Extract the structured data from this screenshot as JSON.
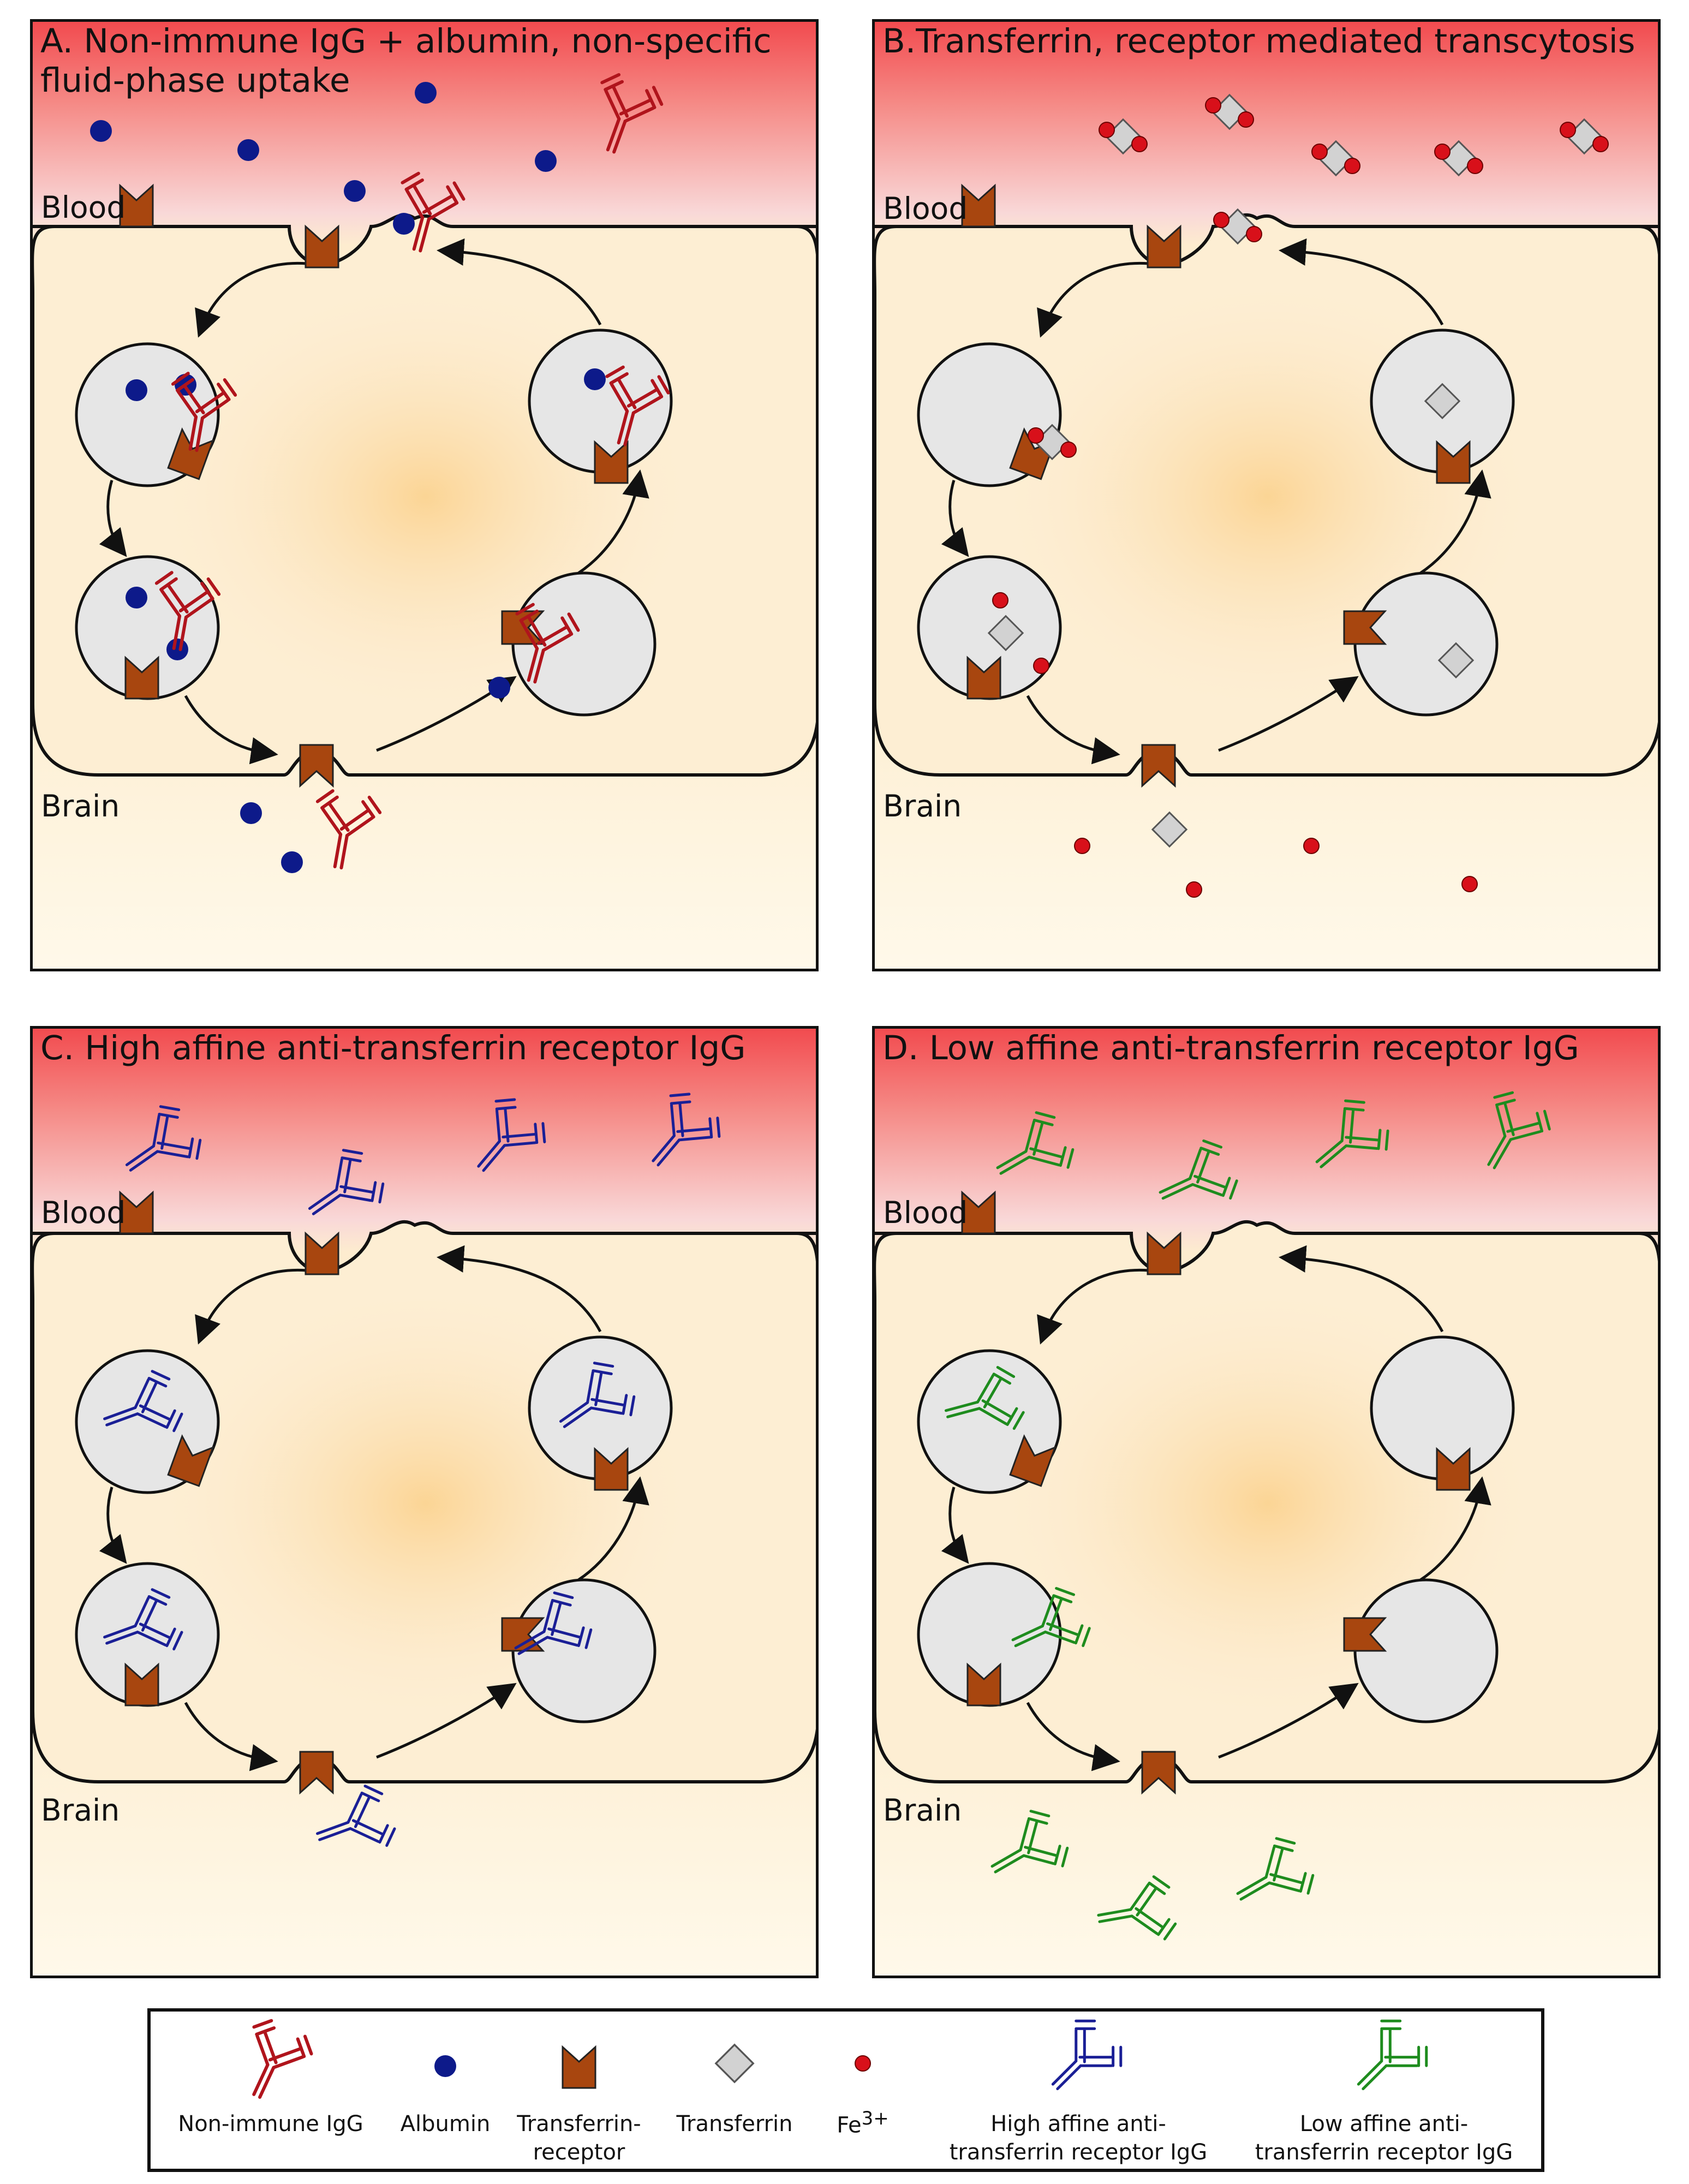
{
  "panels": {
    "a": {
      "title": "A. Non-immune IgG + albumin, non-specific fluid-phase uptake",
      "blood": "Blood",
      "brain": "Brain"
    },
    "b": {
      "title": "B.Transferrin, receptor mediated transcytosis",
      "blood": "Blood",
      "brain": "Brain"
    },
    "c": {
      "title": "C. High affine anti-transferrin receptor IgG",
      "blood": "Blood",
      "brain": "Brain"
    },
    "d": {
      "title": "D. Low affine anti-transferrin receptor IgG",
      "blood": "Blood",
      "brain": "Brain"
    }
  },
  "legend": {
    "non_immune_igg": "Non-immune IgG",
    "albumin": "Albumin",
    "tf_receptor": "Transferrin-\nreceptor",
    "transferrin": "Transferrin",
    "fe": "Fe",
    "fe_sup": "3+",
    "high_affine": "High affine anti-\ntransferrin receptor IgG",
    "low_affine": "Low affine anti-\ntransferrin receptor IgG"
  },
  "colors": {
    "non_immune_igg": "#b0141c",
    "albumin": "#0d1a8a",
    "receptor": "#a8460f",
    "transferrin": "#d2d2d2",
    "fe": "#d8101a",
    "high_affine": "#1a1f96",
    "low_affine": "#1e8c1e",
    "vesicle": "#e6e6e6"
  }
}
